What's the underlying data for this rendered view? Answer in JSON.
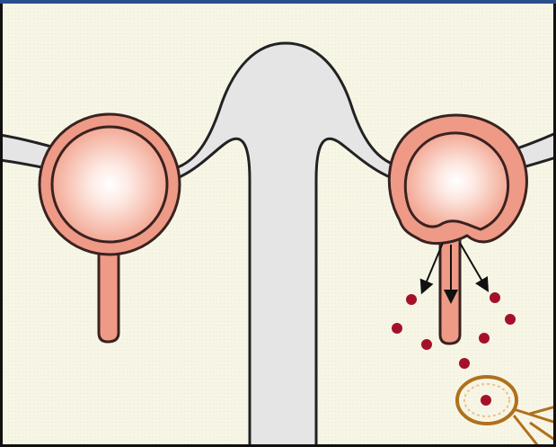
{
  "diagram": {
    "structures": [
      {
        "name": "left-follicle",
        "state": "intact"
      },
      {
        "name": "right-follicle",
        "state": "ruptured"
      },
      {
        "name": "central-duct"
      },
      {
        "name": "escaping-particles",
        "count": 8
      }
    ]
  },
  "colors": {
    "background": "#f7f6e6",
    "frame": "#111111",
    "follicle_fill": "#ee9a86",
    "follicle_outline": "#3a2220",
    "core_glow": "#ffffff",
    "duct": "#e5e5e5",
    "particle": "#a3122a",
    "net": "#b0701c",
    "arrow": "#111111"
  },
  "icons": {
    "arrow": "arrow-icon",
    "net": "net-icon"
  }
}
